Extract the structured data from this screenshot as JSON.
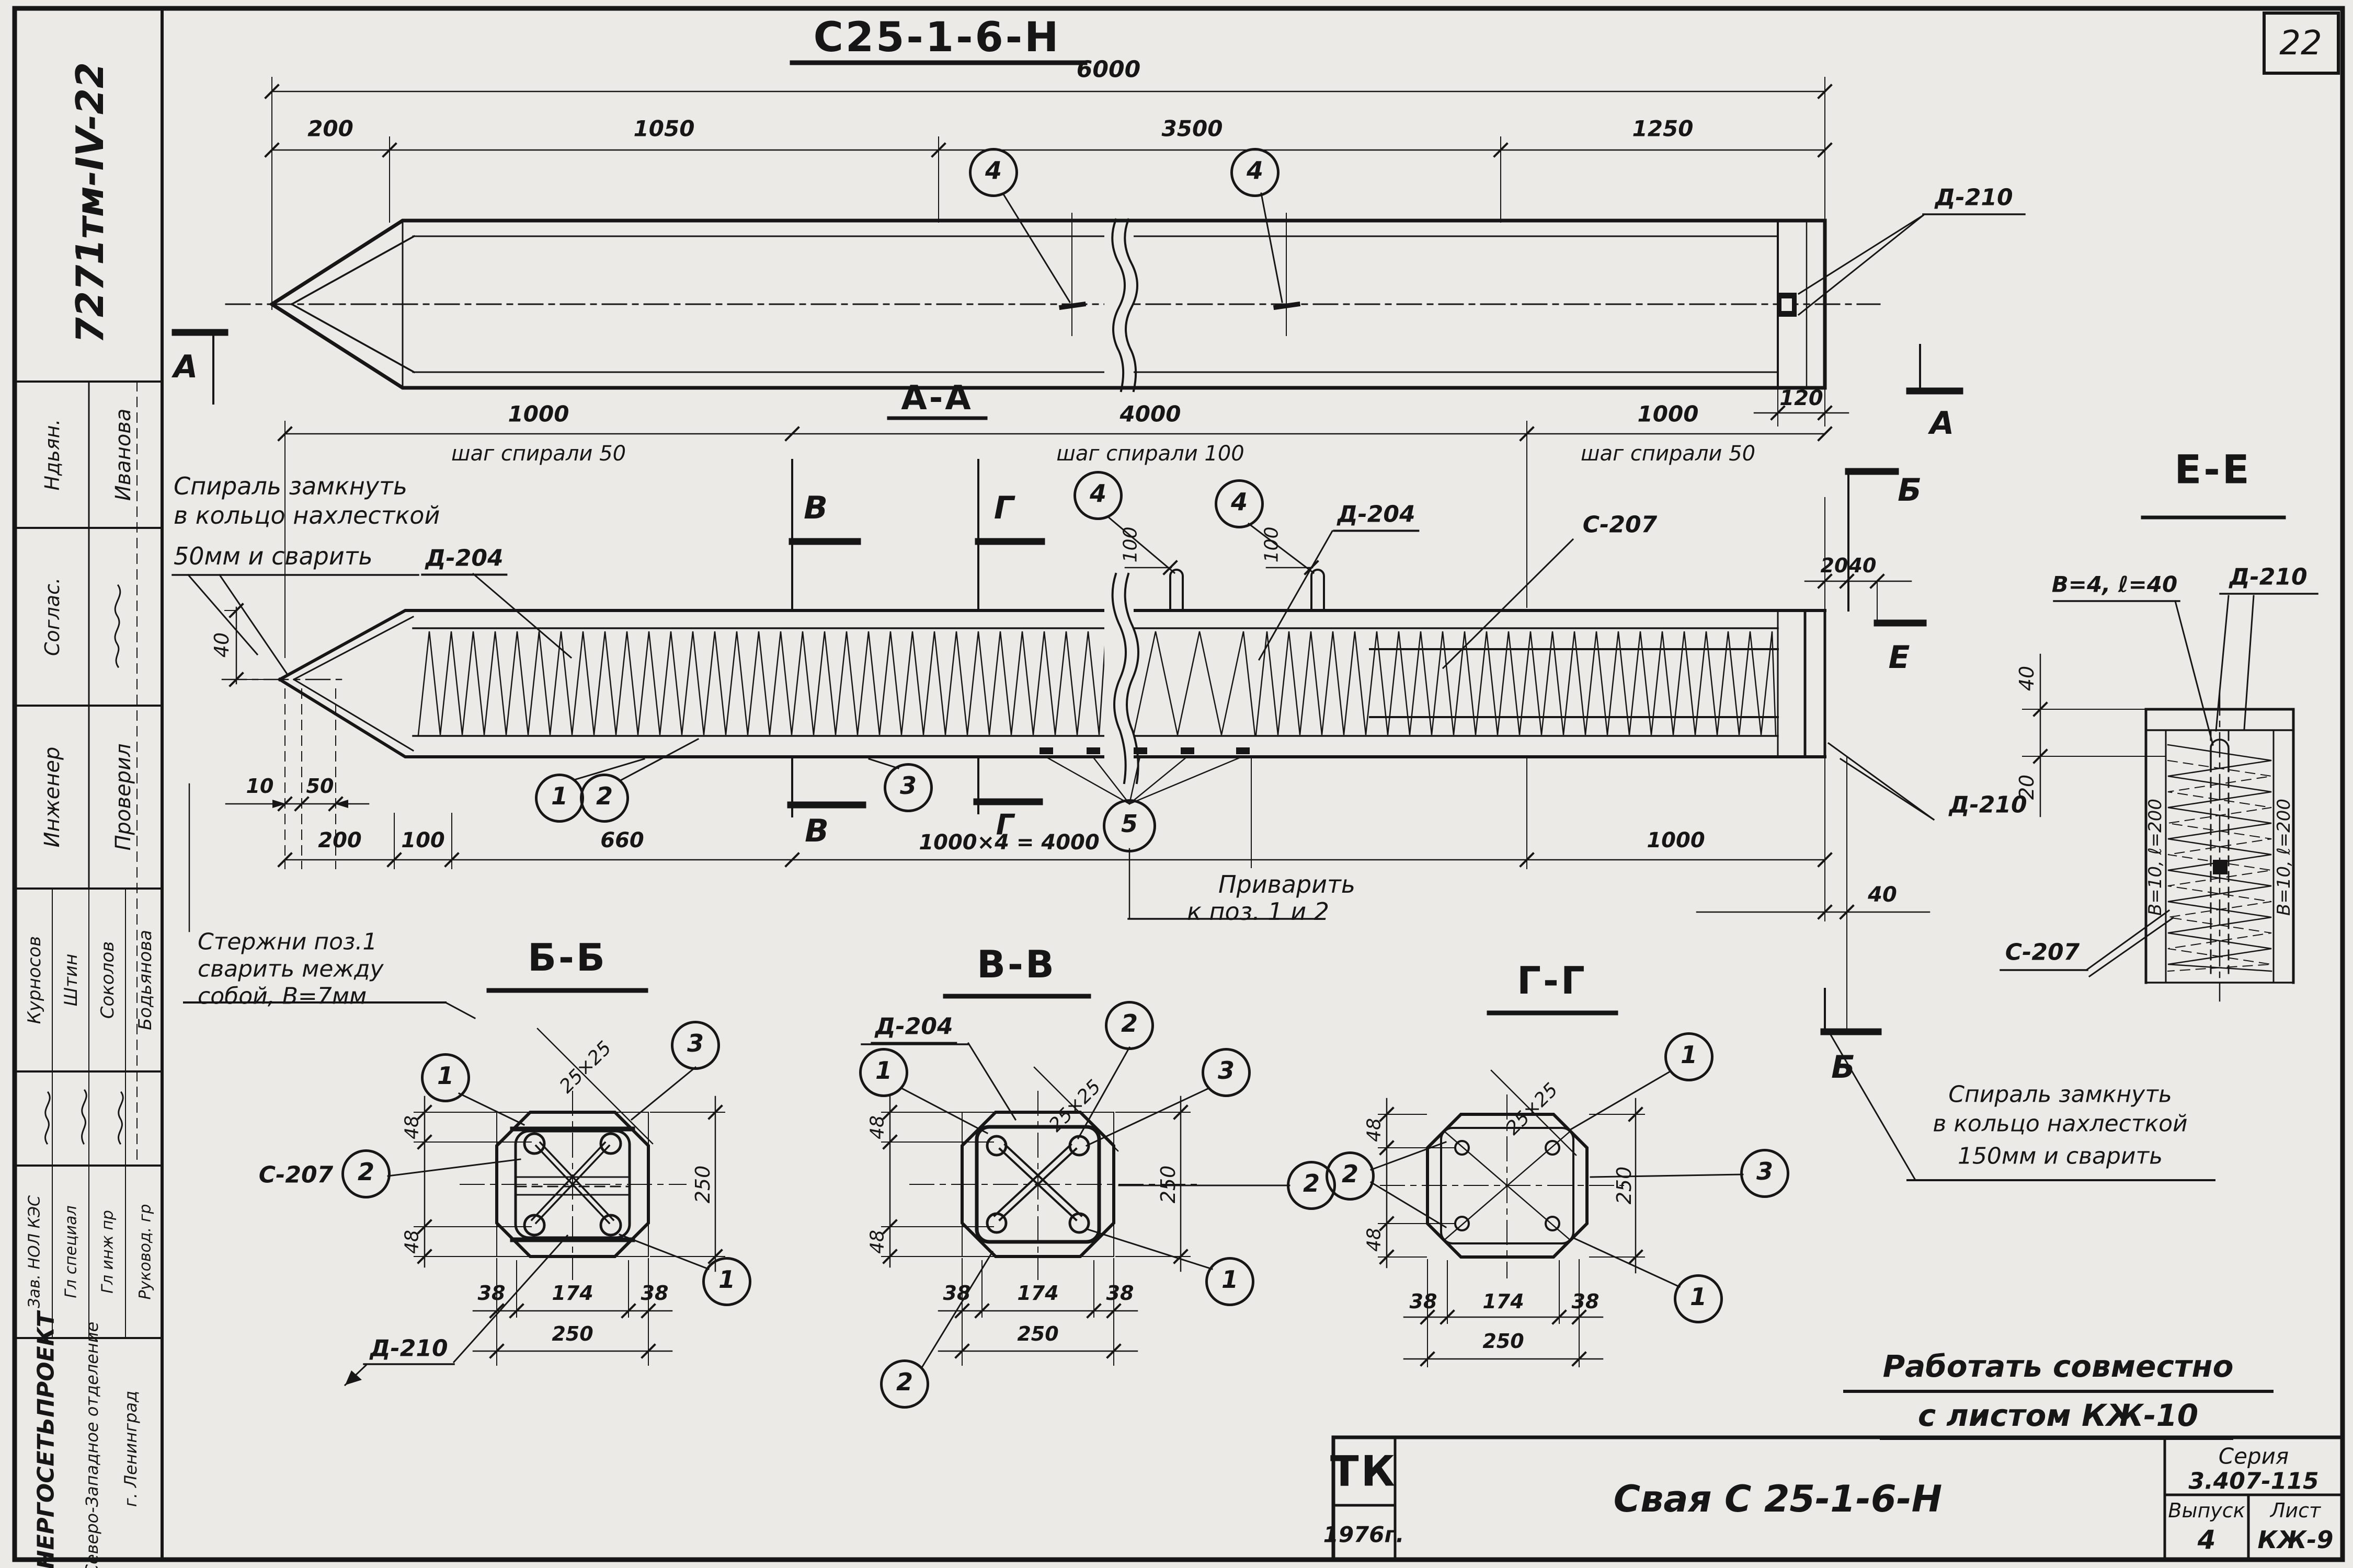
{
  "page": {
    "corner_number": "22",
    "doc_code": "7271тм-IV-22",
    "main_title": "С25-1-6-Н"
  },
  "plan_view": {
    "dim_total": "6000",
    "dim_segments": [
      "200",
      "1050",
      "3500",
      "1250"
    ],
    "dim_end": "120",
    "bar_label": "Д-210",
    "callout": "4",
    "section_letter_a": "А"
  },
  "aa_view": {
    "title": "А-А",
    "spans": [
      {
        "dim": "1000",
        "pitch": "шаг спирали 50"
      },
      {
        "dim": "4000",
        "pitch": "шаг спирали 100"
      },
      {
        "dim": "1000",
        "pitch": "шаг спирали 50"
      }
    ],
    "note_spiral_lines": [
      "Спираль замкнуть",
      "в кольцо нахлесткой",
      "50мм и сварить"
    ],
    "label_d204_tip": "Д-204",
    "label_d204_mid": "Д-204",
    "label_c207": "С-207",
    "label_d210_end": "Д-210",
    "note_weld_lines": [
      "Приварить",
      "к поз. 1 и 2"
    ],
    "note_rods_lines": [
      "Стержни поз.1",
      "сварить между",
      "собой, В=7мм"
    ],
    "dim_tip_offset": "40",
    "dim_10": "10",
    "dim_50": "50",
    "dims_bottom": [
      "200",
      "100",
      "660",
      "1000×4 = 4000",
      "1000"
    ],
    "dim_hook_a": "100",
    "dim_hook_b": "100",
    "dim_end_20": "20",
    "dim_end_40": "40",
    "dim_bar_40": "40",
    "callout_1": "1",
    "callout_2": "2",
    "callout_3": "3",
    "callout_4": "4",
    "callout_5": "5",
    "letter_b": "Б",
    "letter_v": "В",
    "letter_g": "Г",
    "letter_e": "Е"
  },
  "ee_view": {
    "title": "Е-Е",
    "weld_label": "В=4, ℓ=40",
    "bar_label": "Д-210",
    "spiral_label": "С-207",
    "dim_40": "40",
    "dim_20": "20",
    "side_note": "В=10, ℓ=200",
    "note_lines": [
      "Спираль замкнуть",
      "в кольцо нахлесткой",
      "150мм и сварить"
    ]
  },
  "section_bb": {
    "title": "Б-Б",
    "chamfer": "25×25",
    "dim_48": "48",
    "dim_250_v": "250",
    "dim_38": "38",
    "dim_174": "174",
    "dim_250_h": "250",
    "label_c207": "С-207",
    "label_d210": "Д-210",
    "callout_1": "1",
    "callout_2": "2",
    "callout_3": "3"
  },
  "section_vv": {
    "title": "В-В",
    "chamfer": "25×25",
    "dim_48": "48",
    "dim_250_v": "250",
    "dim_38": "38",
    "dim_174": "174",
    "dim_250_h": "250",
    "label_d204": "Д-204",
    "callout_1": "1",
    "callout_2": "2",
    "callout_3": "3"
  },
  "section_gg": {
    "title": "Г-Г",
    "chamfer": "25×25",
    "dim_48": "48",
    "dim_250_v": "250",
    "dim_38": "38",
    "dim_174": "174",
    "dim_250_h": "250",
    "callout_1": "1",
    "callout_2": "2",
    "callout_3": "3"
  },
  "general_note_lines": [
    "Работать совместно",
    "с листом КЖ-10"
  ],
  "title_block": {
    "tk": "ТК",
    "year": "1976г.",
    "object_title": "Свая С 25-1-6-Н",
    "series_label": "Серия",
    "series_value": "3.407-115",
    "issue_label": "Выпуск",
    "issue_value": "4",
    "sheet_label": "Лист",
    "sheet_value": "КЖ-9"
  },
  "stamp": {
    "row1_role": "Ндьян.",
    "row1_name": "Иванова",
    "row2_role": "Соглас.",
    "row3_role": "Инженер",
    "row3_name": "Проверил",
    "names": [
      "Курносов",
      "Штин",
      "Соколов",
      "Бодьянова"
    ],
    "roles": [
      "Зав. НОЛ КЭС",
      "Гл специал",
      "Гл инж пр",
      "Руковод. гр"
    ],
    "org_name": "ЭНЕРГОСЕТЬПРОЕКТ",
    "org_branch": "Северо-Западное отделение",
    "org_city": "г. Ленинград"
  }
}
